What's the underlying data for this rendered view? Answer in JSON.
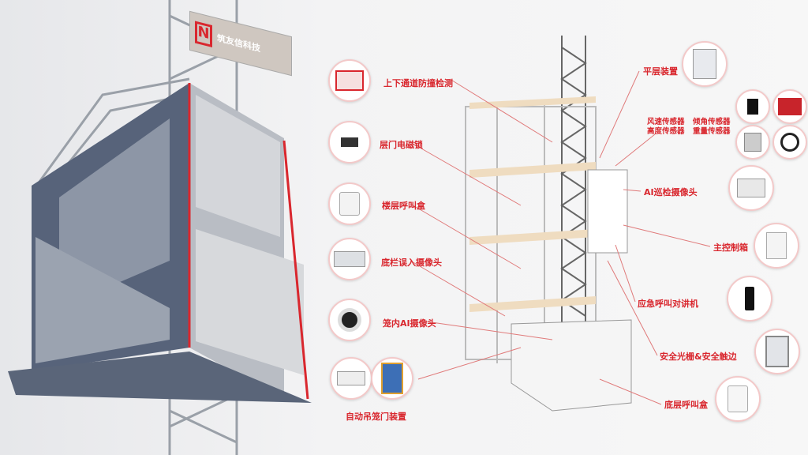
{
  "brand": {
    "logo_text": "N",
    "name": "筑友信科技"
  },
  "callouts_left": [
    {
      "label": "上下通道防撞检测",
      "icon": "channel-sensor-icon"
    },
    {
      "label": "层门电磁锁",
      "icon": "magnetic-lock-icon"
    },
    {
      "label": "楼层呼叫盒",
      "icon": "call-box-icon"
    },
    {
      "label": "底栏误入摄像头",
      "icon": "camera-icon"
    },
    {
      "label": "笼内AI摄像头",
      "icon": "fisheye-camera-icon"
    },
    {
      "label": "自动吊笼门装置",
      "icon": "auto-door-icon"
    }
  ],
  "callouts_right": [
    {
      "label": "平层装置",
      "icon": "leveling-device-icon"
    },
    {
      "label": "风速传感器",
      "icon": "anemometer-icon"
    },
    {
      "label": "倾角传感器",
      "icon": "tilt-sensor-icon"
    },
    {
      "label": "高度传感器",
      "icon": "height-sensor-icon"
    },
    {
      "label": "重量传感器",
      "icon": "weight-sensor-icon"
    },
    {
      "label": "AI巡检摄像头",
      "icon": "ai-camera-icon"
    },
    {
      "label": "主控制箱",
      "icon": "control-box-icon"
    },
    {
      "label": "应急呼叫对讲机",
      "icon": "walkie-talkie-icon"
    },
    {
      "label": "安全光栅&安全触边",
      "icon": "light-curtain-icon"
    },
    {
      "label": "底层呼叫盒",
      "icon": "bottom-call-box-icon"
    }
  ],
  "colors": {
    "accent": "#d9272e",
    "cage": "#5d6b85",
    "panel": "#c9ccd3"
  }
}
